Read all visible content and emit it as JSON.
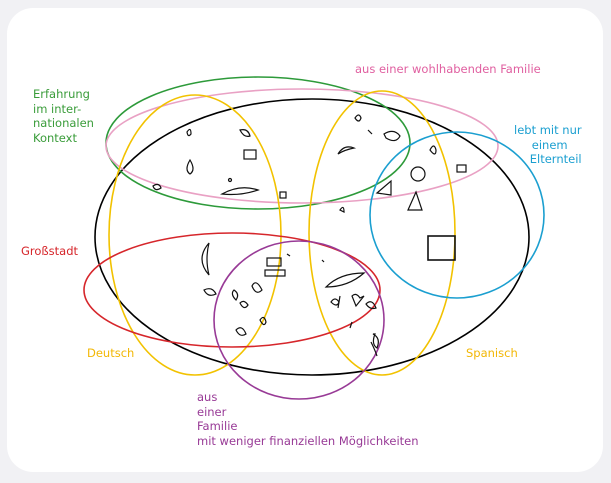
{
  "diagram": {
    "type": "venn-style set diagram",
    "sets": [
      {
        "id": "international",
        "lines": [
          "Erfahrung",
          "im inter-",
          "nationalen",
          "Kontext"
        ],
        "color": "#2d9a3a"
      },
      {
        "id": "wealthy",
        "lines": [
          "aus einer wohlhabenden Familie"
        ],
        "color": "#e9a1c4"
      },
      {
        "id": "single-parent",
        "lines": [
          "lebt mit nur",
          "einem",
          "Elternteil"
        ],
        "color": "#1b9fd0"
      },
      {
        "id": "big-city",
        "lines": [
          "Großstadt"
        ],
        "color": "#d6262b"
      },
      {
        "id": "german",
        "lines": [
          "Deutsch"
        ],
        "color": "#f2c200"
      },
      {
        "id": "spanish",
        "lines": [
          "Spanisch"
        ],
        "color": "#f2c200"
      },
      {
        "id": "less-means",
        "lines": [
          "aus",
          "einer",
          "Familie",
          "mit weniger finanziellen Möglichkeiten"
        ],
        "color": "#983a96"
      }
    ],
    "outer_group_color": "#000000",
    "member_shape_color": "#111111"
  }
}
